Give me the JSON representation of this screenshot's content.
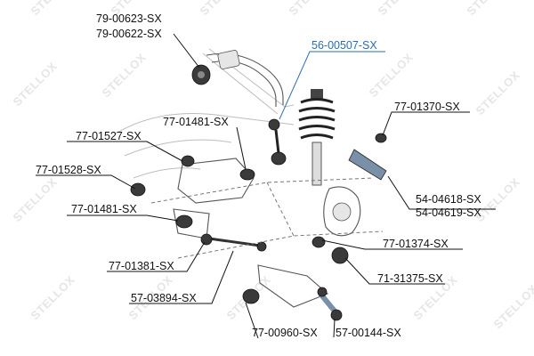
{
  "watermark": {
    "brand": "STELLOX"
  },
  "parts": [
    {
      "id": "p1",
      "codes": [
        "79-00623-SX",
        "79-00622-SX"
      ],
      "highlight": false
    },
    {
      "id": "p2",
      "codes": [
        "56-00507-SX"
      ],
      "highlight": true
    },
    {
      "id": "p3",
      "codes": [
        "77-01481-SX"
      ],
      "highlight": false
    },
    {
      "id": "p4",
      "codes": [
        "77-01370-SX"
      ],
      "highlight": false
    },
    {
      "id": "p5",
      "codes": [
        "77-01527-SX"
      ],
      "highlight": false
    },
    {
      "id": "p6",
      "codes": [
        "77-01528-SX"
      ],
      "highlight": false
    },
    {
      "id": "p7",
      "codes": [
        "54-04618-SX",
        "54-04619-SX"
      ],
      "highlight": false
    },
    {
      "id": "p8",
      "codes": [
        "77-01481-SX"
      ],
      "highlight": false
    },
    {
      "id": "p9",
      "codes": [
        "77-01374-SX"
      ],
      "highlight": false
    },
    {
      "id": "p10",
      "codes": [
        "77-01381-SX"
      ],
      "highlight": false
    },
    {
      "id": "p11",
      "codes": [
        "71-31375-SX"
      ],
      "highlight": false
    },
    {
      "id": "p12",
      "codes": [
        "57-03894-SX"
      ],
      "highlight": false
    },
    {
      "id": "p13",
      "codes": [
        "77-00960-SX"
      ],
      "highlight": false
    },
    {
      "id": "p14",
      "codes": [
        "57-00144-SX"
      ],
      "highlight": false
    }
  ]
}
